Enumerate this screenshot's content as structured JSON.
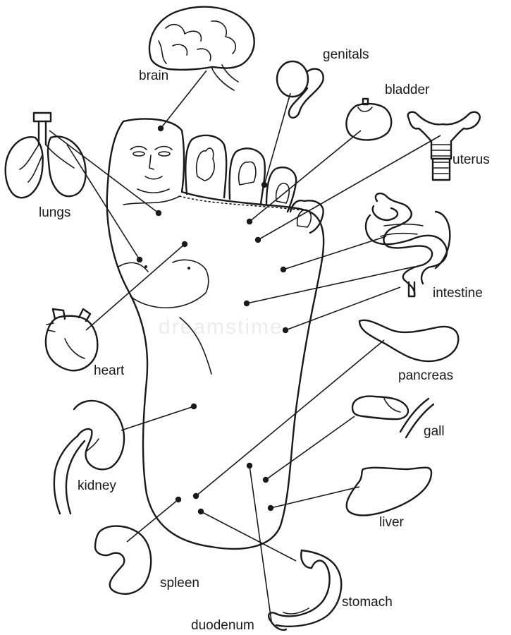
{
  "labels": {
    "brain": "brain",
    "genitals": "genitals",
    "bladder": "bladder",
    "uterus": "uterus",
    "lungs": "lungs",
    "intestine": "intestine",
    "heart": "heart",
    "pancreas": "pancreas",
    "gall": "gall",
    "kidney": "kidney",
    "liver": "liver",
    "spleen": "spleen",
    "stomach": "stomach",
    "duodenum": "duodenum"
  },
  "watermark": "dreamstime",
  "colors": {
    "ink": "#1a1a1a",
    "background": "#ffffff"
  }
}
